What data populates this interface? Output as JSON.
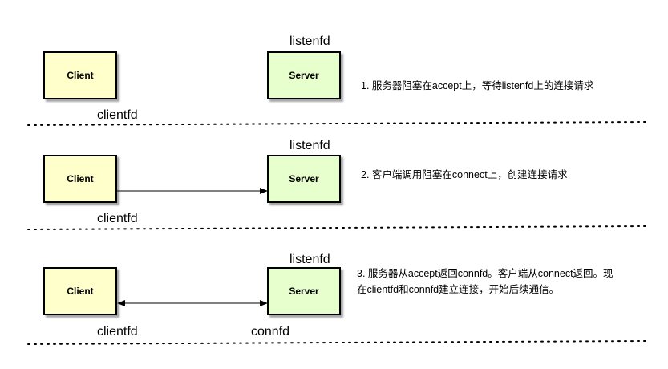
{
  "colors": {
    "client_fill": "#ffffcc",
    "server_fill": "#e6ffcc",
    "stroke": "#000000"
  },
  "rows": [
    {
      "client_label": "Client",
      "server_label": "Server",
      "listen_label": "listenfd",
      "client_fd_label": "clientfd",
      "server_fd_label": "",
      "arrow": "none",
      "note": "1. 服务器阻塞在accept上，等待listenfd上的连接请求"
    },
    {
      "client_label": "Client",
      "server_label": "Server",
      "listen_label": "listenfd",
      "client_fd_label": "clientfd",
      "server_fd_label": "",
      "arrow": "client-to-server",
      "note": "2. 客户端调用阻塞在connect上，创建连接请求"
    },
    {
      "client_label": "Client",
      "server_label": "Server",
      "listen_label": "listenfd",
      "client_fd_label": "clientfd",
      "server_fd_label": "connfd",
      "arrow": "bidirectional",
      "note_line1": "3. 服务器从accept返回connfd。客户端从connect返回。现",
      "note_line2": "在clientfd和connfd建立连接，开始后续通信。"
    }
  ]
}
